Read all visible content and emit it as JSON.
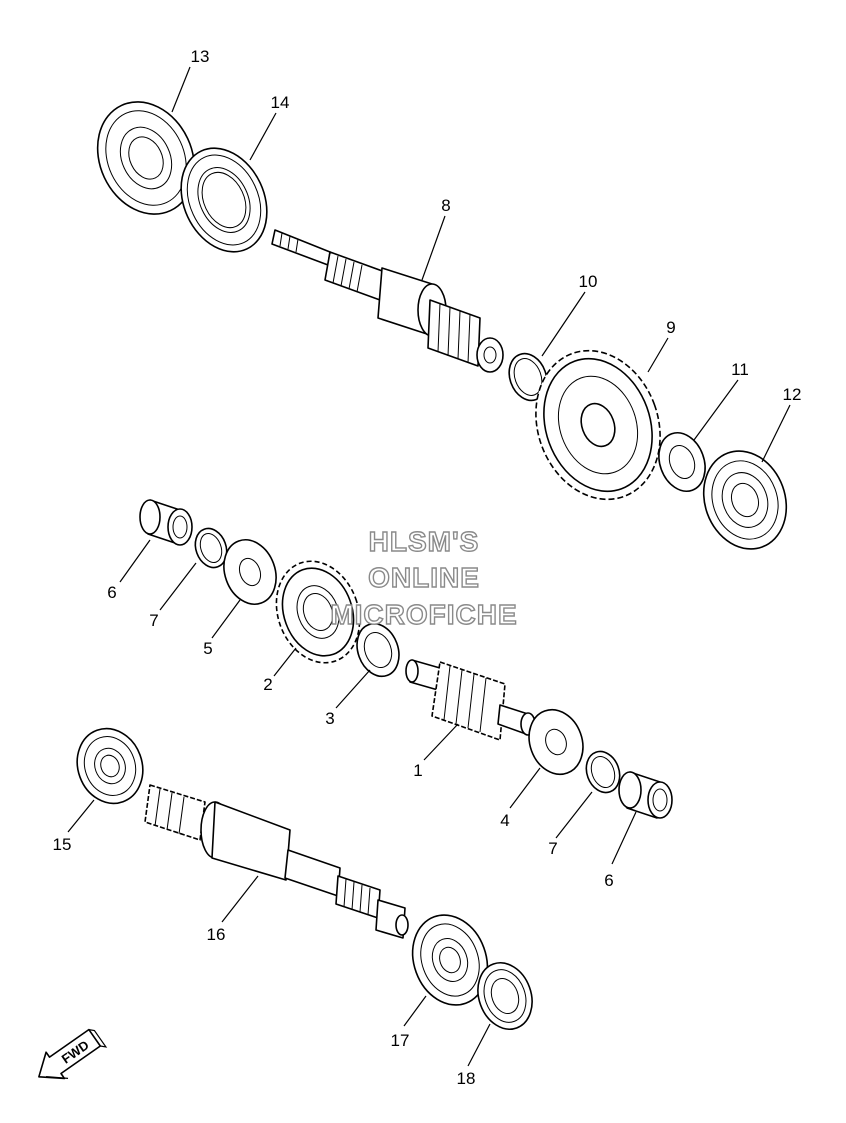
{
  "callouts": [
    "13",
    "14",
    "8",
    "10",
    "9",
    "11",
    "12",
    "6",
    "7",
    "5",
    "2",
    "3",
    "1",
    "4",
    "7",
    "6",
    "15",
    "16",
    "17",
    "18"
  ],
  "watermark": {
    "line1": "HLSM'S",
    "line2": "ONLINE",
    "line3": "MICROFICHE"
  },
  "direction_badge": "FWD"
}
